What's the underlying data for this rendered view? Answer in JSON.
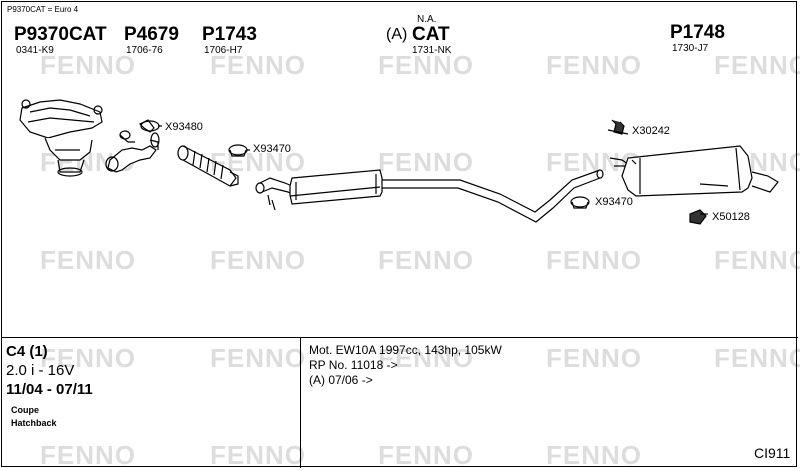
{
  "header": {
    "note": "P9370CAT = Euro 4",
    "parts": [
      {
        "number": "P9370CAT",
        "code": "0341-K9"
      },
      {
        "number": "P4679",
        "code": "1706-76"
      },
      {
        "number": "P1743",
        "code": "1706-H7"
      },
      {
        "number": "CAT",
        "prefix": "(A)",
        "superscript": "N.A.",
        "code": "1731-NK"
      },
      {
        "number": "P1748",
        "code": "1730-J7"
      }
    ]
  },
  "watermark": "FENNO",
  "callouts": {
    "x93480": "X93480",
    "x93470_a": "X93470",
    "x30242": "X30242",
    "x93470_b": "X93470",
    "x50128": "X50128"
  },
  "vehicle": {
    "model": "C4 (1)",
    "engine": "2.0 i - 16V",
    "years": "11/04 - 07/11",
    "body1": "Coupe",
    "body2": "Hatchback"
  },
  "motor": {
    "line1": "Mot. EW10A 1997cc, 143hp, 105kW",
    "line2": "RP No. 11018 ->",
    "line3": "(A) 07/06 ->"
  },
  "diagram_id": "CI911"
}
